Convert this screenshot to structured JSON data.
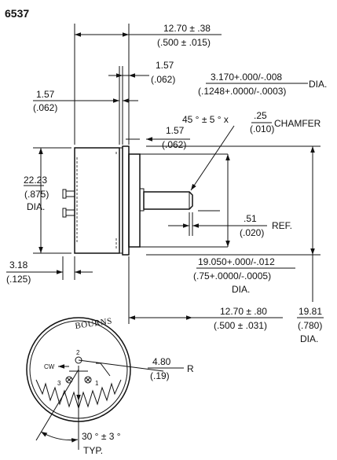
{
  "drawing": {
    "model": "6537",
    "brand": "BOURNS",
    "dims": {
      "overall_len": [
        "12.70 ± .38",
        "(.500 ± .015)"
      ],
      "flange_w": [
        "1.57",
        "(.062)"
      ],
      "shaft_dia": [
        "3.170+.000/-.008",
        "(.1248+.0000/-.0003)",
        "DIA."
      ],
      "cover_gap": [
        "1.57",
        "(.062)"
      ],
      "chamfer": [
        "45 ° ± 5 ° x",
        ".25",
        "(.010)",
        "CHAMFER"
      ],
      "bush_w": [
        "1.57",
        "(.062)"
      ],
      "body_dia": [
        "22.23",
        "(.875)",
        "DIA."
      ],
      "terminal_h": [
        "3.18",
        "(.125)"
      ],
      "shaft_ref": [
        ".51",
        "(.020)",
        "REF."
      ],
      "pilot_dia": [
        "19.050+.000/-.012",
        "(.75+.0000/-.0005)",
        "DIA."
      ],
      "shaft_len": [
        "12.70 ± .80",
        "(.500 ± .031)"
      ],
      "flange_dia": [
        "19.81",
        "(.780)",
        "DIA."
      ],
      "radius": [
        "4.80",
        "(.19)",
        "R"
      ],
      "angle": [
        "30 ° ± 3 °",
        "TYP."
      ]
    },
    "terminals": [
      "2",
      "3",
      "1"
    ],
    "cw": "CW"
  }
}
